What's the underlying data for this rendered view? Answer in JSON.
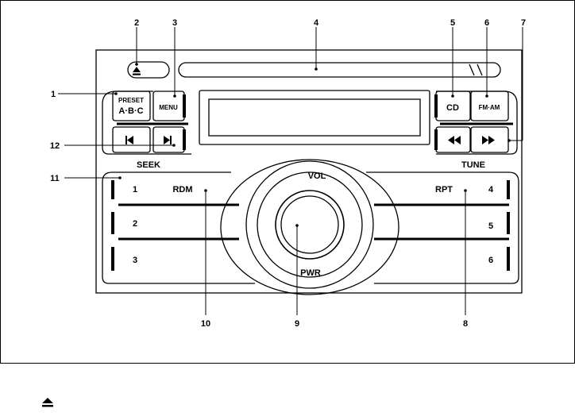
{
  "callouts": [
    "1",
    "2",
    "3",
    "4",
    "5",
    "6",
    "7",
    "8",
    "9",
    "10",
    "11",
    "12"
  ],
  "panel": {
    "preset_line1": "PRESET",
    "preset_line2": "A·B·C",
    "menu": "MENU",
    "cd": "CD",
    "fm_am": "FM·AM",
    "seek": "SEEK",
    "tune": "TUNE",
    "vol": "VOL",
    "pwr": "PWR",
    "rdm": "RDM",
    "rpt": "RPT",
    "presets": [
      "1",
      "2",
      "3",
      "4",
      "5",
      "6"
    ]
  },
  "icons": {
    "eject": "eject-icon",
    "prev": "skip-previous-icon",
    "next": "skip-next-icon",
    "rewind": "rewind-icon",
    "fast_forward": "fast-forward-icon"
  },
  "footer": {
    "icon": "eject-icon"
  }
}
